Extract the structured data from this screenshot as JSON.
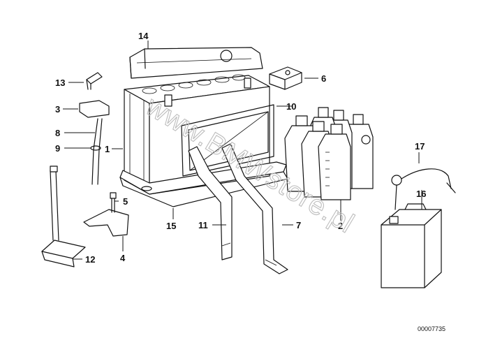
{
  "diagram": {
    "labels": {
      "p1": "1",
      "p2": "2",
      "p3": "3",
      "p4": "4",
      "p5": "5",
      "p6": "6",
      "p7": "7",
      "p8": "8",
      "p9": "9",
      "p10": "10",
      "p11": "11",
      "p12": "12",
      "p13": "13",
      "p14": "14",
      "p15": "15",
      "p16": "16",
      "p17": "17"
    },
    "document_number": "00007735",
    "watermark": "www.BMWstore.pl"
  },
  "colors": {
    "line": "#111111",
    "watermark": "#bdbdbd",
    "background": "#ffffff"
  }
}
